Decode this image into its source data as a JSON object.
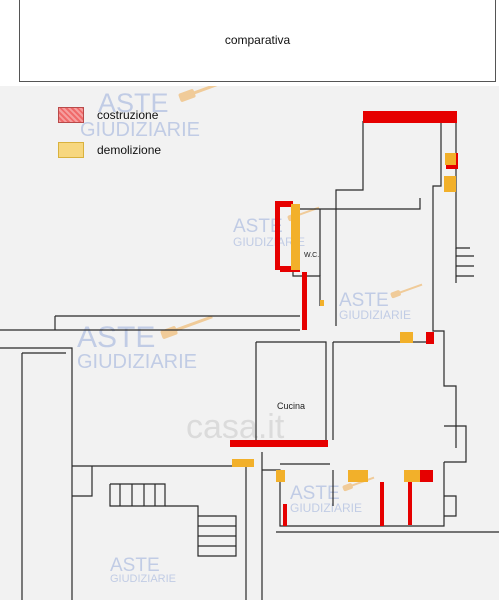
{
  "header": {
    "title": "comparativa"
  },
  "legend": {
    "items": [
      {
        "label": "costruzione",
        "color": "#f06a6a"
      },
      {
        "label": "demolizione",
        "color": "#f7d77f"
      }
    ]
  },
  "rooms": {
    "wc": "W.C.",
    "kitchen": "Cucina"
  },
  "watermarks": {
    "aste_giudiziarie": [
      "ASTE",
      "GIUDIZIARIE"
    ],
    "casa": "casa.it"
  },
  "colors": {
    "construction": "#e60000",
    "demolition": "#f2b02a",
    "wall": "#2a2a2a",
    "floor": "#f2f2f2",
    "watermark": "#b9c6e3"
  }
}
